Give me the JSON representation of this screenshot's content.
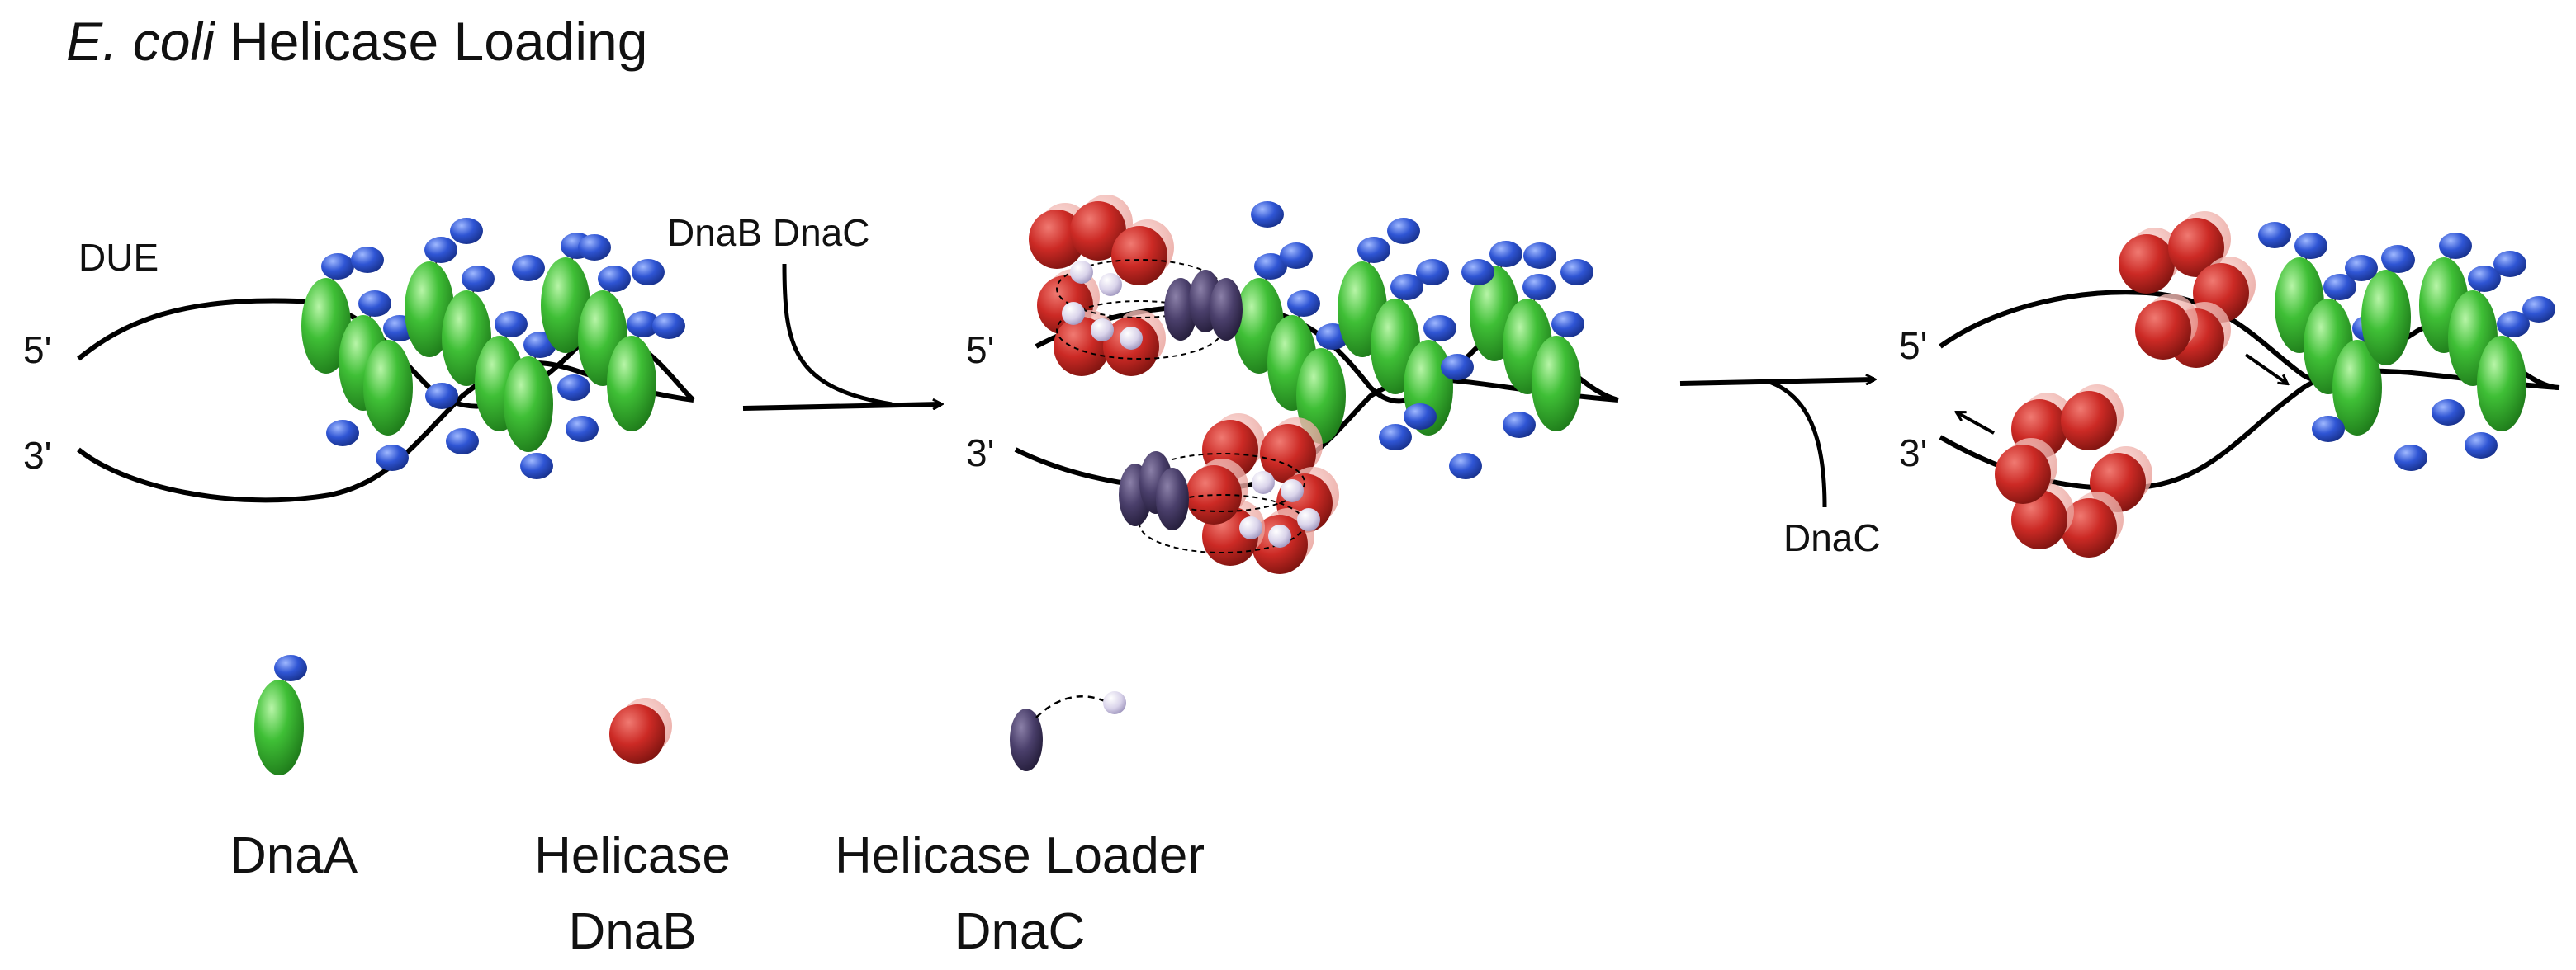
{
  "title": {
    "italic": "E. coli",
    "rest": " Helicase Loading"
  },
  "labels": {
    "due": "DUE",
    "five_prime": "5'",
    "three_prime": "3'",
    "dnab_dnac": "DnaB DnaC",
    "dnac": "DnaC"
  },
  "legend": {
    "dnaa": "DnaA",
    "helicase_line1": "Helicase",
    "helicase_line2": "DnaB",
    "loader_line1": "Helicase Loader",
    "loader_line2": "DnaC"
  },
  "colors": {
    "dnaa": "#3fbf36",
    "dnaa_ball": "#2f55d4",
    "helicase": "#cc2a25",
    "loader": "#4a3f6b",
    "loader_ball": "#d9d3ea",
    "dna": "#000000"
  }
}
